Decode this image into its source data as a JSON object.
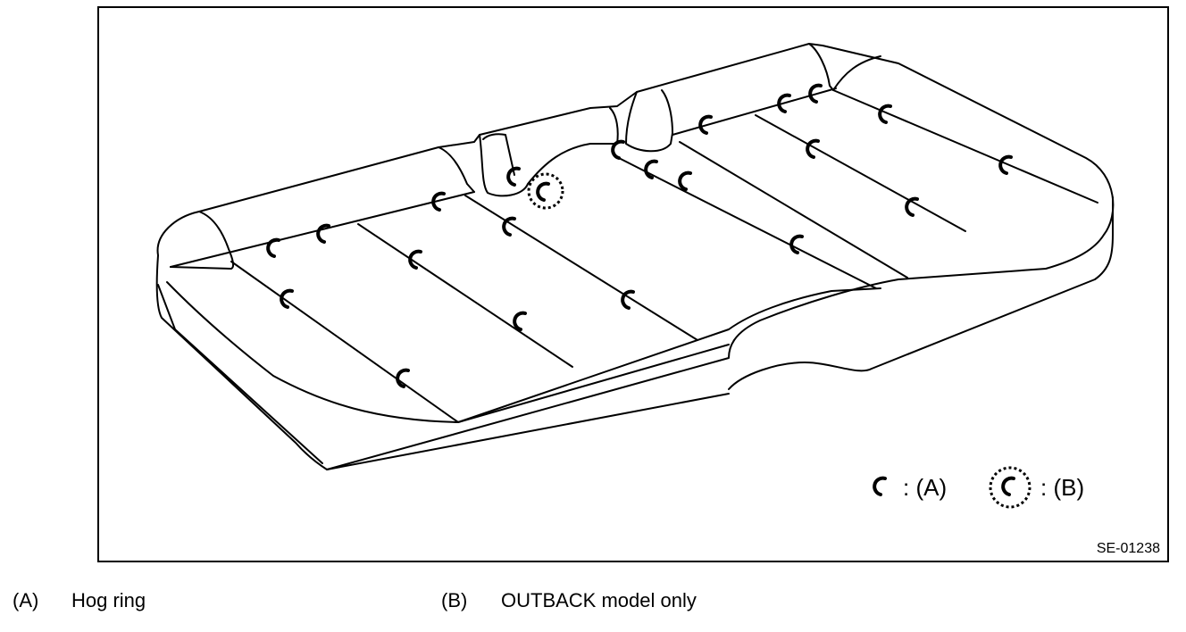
{
  "figure": {
    "code": "SE-01238",
    "legend": [
      {
        "symbol": "hog-ring-icon",
        "text": ": (A)"
      },
      {
        "symbol": "hog-ring-outback-icon",
        "text": ": (B)"
      }
    ]
  },
  "captions": [
    {
      "key": "(A)",
      "text": "Hog ring"
    },
    {
      "key": "(B)",
      "text": "OUTBACK model only"
    }
  ],
  "colors": {
    "line": "#000000",
    "background": "#ffffff"
  }
}
